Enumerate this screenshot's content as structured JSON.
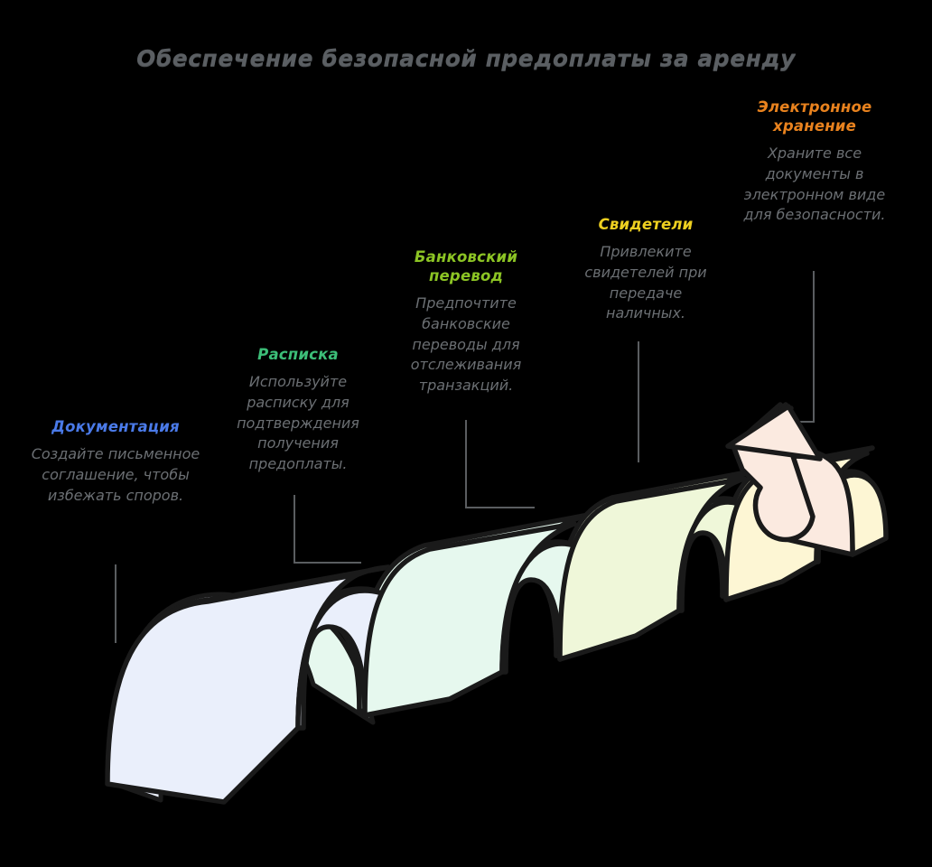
{
  "title": "Обеспечение безопасной предоплаты за аренду",
  "background_color": "#000000",
  "title_color": "#5b5f63",
  "description_color": "#6b6f73",
  "connector_color": "#5a5d60",
  "outline_color": "#1a1a1a",
  "steps": [
    {
      "label": "Документация",
      "description": "Создайте письменное соглашение, чтобы избежать споров.",
      "label_color": "#4a7ae8",
      "ribbon_color": "#eaeffb"
    },
    {
      "label": "Расписка",
      "description": "Используйте расписку для подтверждения получения предоплаты.",
      "label_color": "#3cbe78",
      "ribbon_color": "#e6f8ee"
    },
    {
      "label": "Банковский перевод",
      "description": "Предпочтите банковские переводы для отслеживания транзакций.",
      "label_color": "#8cc424",
      "ribbon_color": "#eff7d9"
    },
    {
      "label": "Свидетели",
      "description": "Привлеките свидетелей при передаче наличных.",
      "label_color": "#eed020",
      "ribbon_color": "#fdf6d4"
    },
    {
      "label": "Электронное хранение",
      "description": "Храните все документы в электронном виде для безопасности.",
      "label_color": "#e8821e",
      "ribbon_color": "#fbeae0"
    }
  ],
  "arrow": {
    "name": "upward-arrow",
    "color": "#fbeae0",
    "direction": "up-right"
  }
}
